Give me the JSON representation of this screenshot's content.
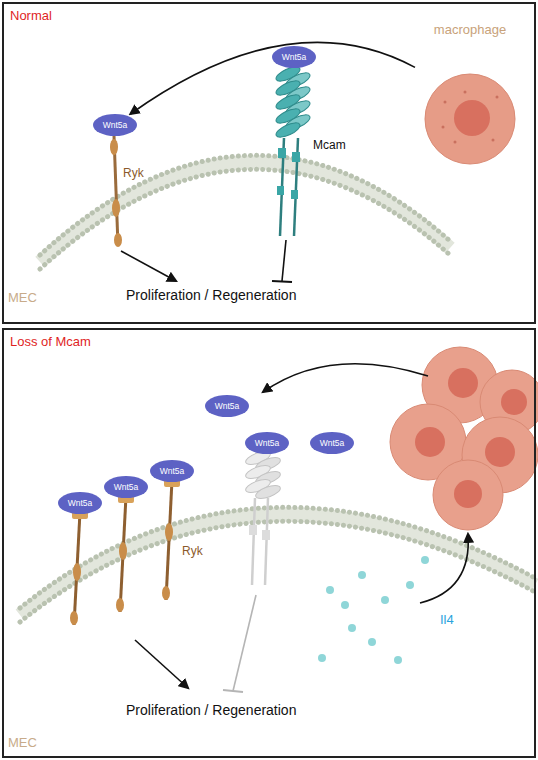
{
  "diagram": {
    "nodes": [
      {
        "text": [
          "Normal"
        ]
      },
      {
        "text": [
          "macrophage"
        ],
        "in": 0
      },
      {
        "text": [
          "Wnt5a"
        ],
        "in": 0
      },
      {
        "text": [
          "Wnt5a"
        ],
        "in": 0
      },
      {
        "text": [
          "Loss of Mcam"
        ]
      },
      {
        "text": [
          "Wnt5a"
        ],
        "in": 4
      },
      {
        "text": [
          "Wnt5a"
        ],
        "in": 4
      },
      {
        "text": [
          "Wnt5a"
        ],
        "in": 4
      },
      {
        "text": [
          "Wnt5a"
        ],
        "in": 4
      },
      {
        "text": [
          "Wnt5a"
        ],
        "in": 4
      },
      {
        "text": [
          "Wnt5a"
        ],
        "in": 4
      }
    ],
    "edges": [
      {
        "from": 1,
        "to": 2,
        "arrow": "to"
      }
    ],
    "labels": [
      "Ryk",
      "Mcam",
      "Proliferation / Regeneration",
      "MEC",
      "Ryk",
      "Il4",
      "Proliferation / Regeneration",
      "MEC"
    ]
  }
}
